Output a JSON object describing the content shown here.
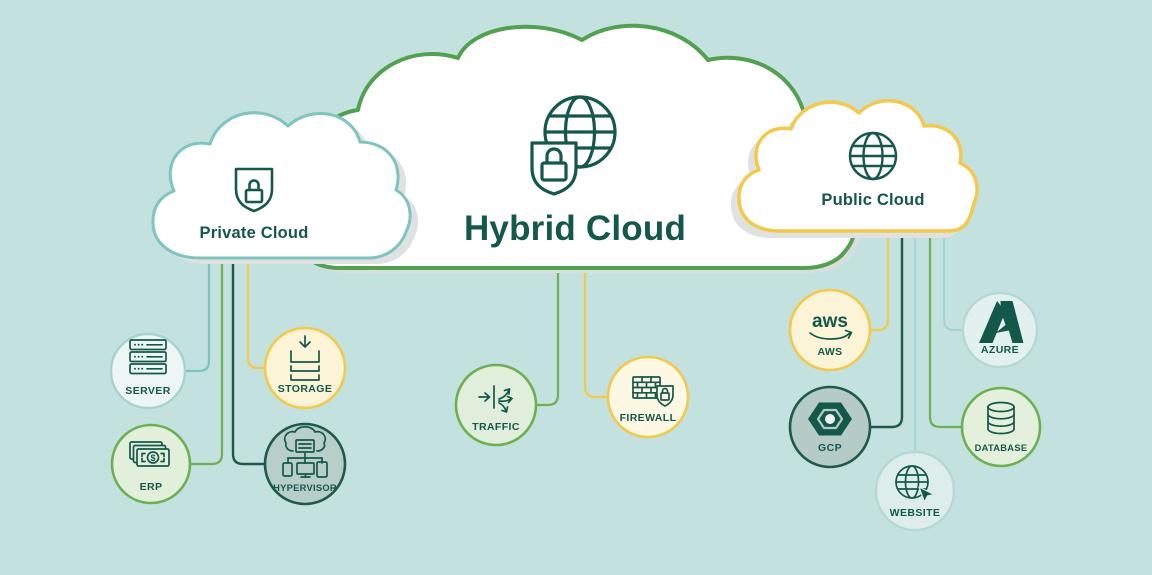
{
  "diagram_title": "Hybrid Cloud",
  "palette": {
    "background": "#c3e1de",
    "ink": "#14584b",
    "cloud_green": "#52a150",
    "cloud_teal": "#7fc4bf",
    "cloud_yellow": "#f4c94b",
    "mid_green": "#6cb052",
    "dark_green": "#1e5a4b",
    "light_teal": "#a6d2ce",
    "shadow": "#dcdfde"
  },
  "clouds": {
    "hybrid": {
      "label": "Hybrid Cloud",
      "icon": "globe-shield-lock-icon",
      "border": "#52a150"
    },
    "private": {
      "label": "Private Cloud",
      "icon": "shield-lock-icon",
      "border": "#7fc4bf"
    },
    "public": {
      "label": "Public Cloud",
      "icon": "globe-icon",
      "border": "#f4c94b"
    }
  },
  "nodes": {
    "server": {
      "label": "SERVER",
      "icon": "server-rack-icon",
      "fill": "#edf6f4",
      "border": "#a6d3cf"
    },
    "storage": {
      "label": "STORAGE",
      "icon": "storage-trays-arrow-icon",
      "fill": "#fbf4d6",
      "border": "#f2c94c"
    },
    "erp": {
      "label": "ERP",
      "icon": "money-banknotes-icon",
      "symbol": "$",
      "fill": "#e2efdb",
      "border": "#6cb052"
    },
    "hypervisor": {
      "label": "HYPERVISOR",
      "icon": "cloud-devices-icon",
      "fill": "#b8cec9",
      "border": "#1e5a4b"
    },
    "traffic": {
      "label": "TRAFFIC",
      "icon": "traffic-split-arrows-icon",
      "fill": "#e0eedb",
      "border": "#6cb052"
    },
    "firewall": {
      "label": "FIREWALL",
      "icon": "brick-wall-lock-icon",
      "fill": "#fdf8e3",
      "border": "#f2c94c"
    },
    "aws": {
      "label": "AWS",
      "logo_text": "aws",
      "icon": "aws-logo-icon",
      "fill": "#fbf4d6",
      "border": "#f2c94c"
    },
    "gcp": {
      "label": "GCP",
      "icon": "gcp-hexagon-icon",
      "fill": "#b5cbc6",
      "border": "#1e5a4b"
    },
    "website": {
      "label": "WEBSITE",
      "icon": "globe-cursor-icon",
      "fill": "#dcedec",
      "border": "#b4d8d4"
    },
    "azure": {
      "label": "AZURE",
      "icon": "azure-logo-icon",
      "fill": "#e2f0ee",
      "border": "#b4d8d4"
    },
    "database": {
      "label": "DATABASE",
      "icon": "database-cylinder-icon",
      "fill": "#e4f0dc",
      "border": "#6cb052"
    }
  },
  "connectors": [
    {
      "from": "private-cloud",
      "to": "server",
      "color": "#7cc3be"
    },
    {
      "from": "private-cloud",
      "to": "erp",
      "color": "#6cb052"
    },
    {
      "from": "private-cloud",
      "to": "hypervisor",
      "color": "#1e5a4b"
    },
    {
      "from": "private-cloud",
      "to": "storage",
      "color": "#f2c94c"
    },
    {
      "from": "hybrid-cloud",
      "to": "traffic",
      "color": "#6cb052"
    },
    {
      "from": "hybrid-cloud",
      "to": "firewall",
      "color": "#f2c94c"
    },
    {
      "from": "public-cloud",
      "to": "aws",
      "color": "#f2c94c"
    },
    {
      "from": "public-cloud",
      "to": "gcp",
      "color": "#1e5a4b"
    },
    {
      "from": "public-cloud",
      "to": "website",
      "color": "#a6d2ce"
    },
    {
      "from": "public-cloud",
      "to": "database",
      "color": "#6cb052"
    },
    {
      "from": "public-cloud",
      "to": "azure",
      "color": "#a6d2ce"
    }
  ]
}
